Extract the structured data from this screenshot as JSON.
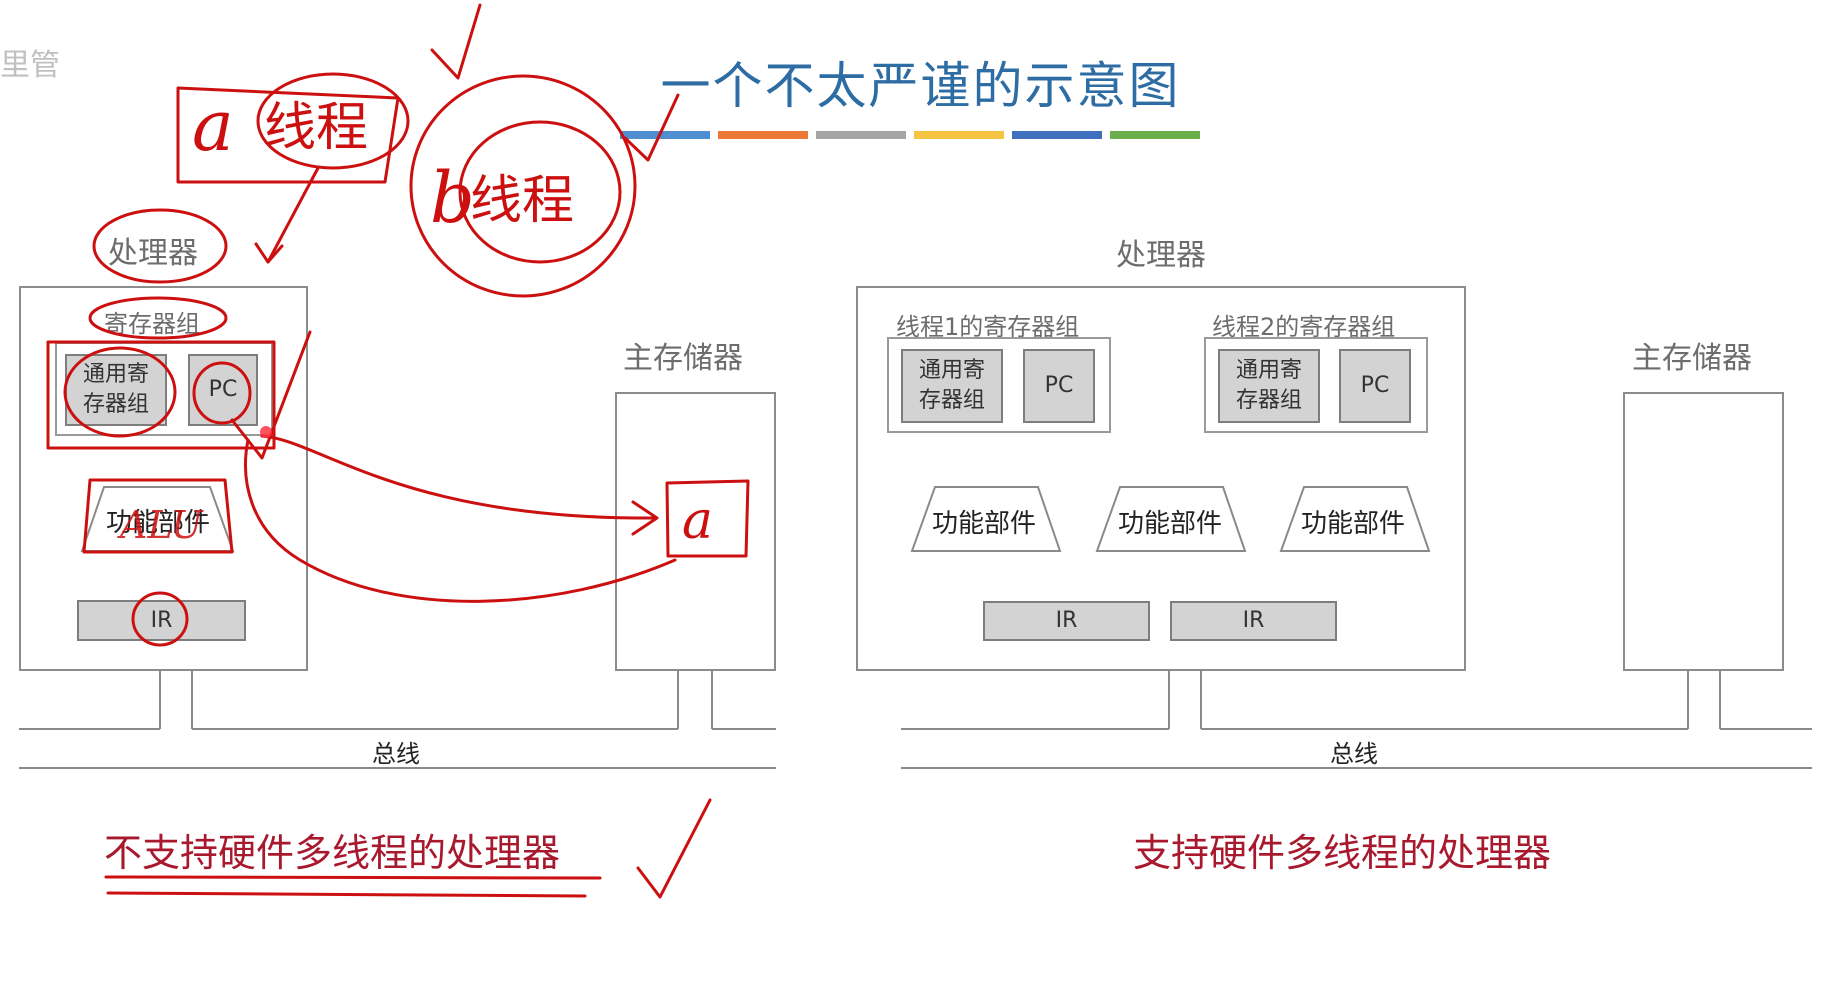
{
  "watermark": "里管",
  "title": "一个不太严谨的示意图",
  "accent_bars": [
    "#4f8fd1",
    "#ec7a36",
    "#a5a5a5",
    "#f6c342",
    "#3f6fbf",
    "#6aaf4a"
  ],
  "left": {
    "processor_label": "处理器",
    "register_group_label": "寄存器组",
    "gpr_label": "通用寄\n存器组",
    "pc_label": "PC",
    "functional_unit": "功能部件",
    "ir_label": "IR",
    "memory_label": "主存储器",
    "bus_label": "总线",
    "caption": "不支持硬件多线程的处理器"
  },
  "right": {
    "processor_label": "处理器",
    "thread1_group": "线程1的寄存器组",
    "thread2_group": "线程2的寄存器组",
    "gpr_label": "通用寄\n存器组",
    "pc_label": "PC",
    "functional_units": [
      "功能部件",
      "功能部件",
      "功能部件"
    ],
    "ir_labels": [
      "IR",
      "IR"
    ],
    "memory_label": "主存储器",
    "bus_label": "总线",
    "caption": "支持硬件多线程的处理器"
  },
  "annotations": {
    "ink_color": "#cc1010",
    "texts": [
      "a",
      "线程",
      "b",
      "线程",
      "a",
      "ALU"
    ]
  }
}
